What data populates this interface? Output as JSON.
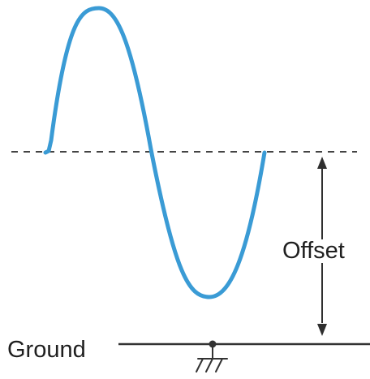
{
  "labels": {
    "offset": "Offset",
    "ground": "Ground"
  },
  "colors": {
    "waveform": "#3A9BD5",
    "offset_reference_line": "#444444",
    "ground_line": "#333333",
    "text": "#1f1f1f"
  },
  "diagram": {
    "waveform_shape": "sine",
    "cycles_shown": 1,
    "offset_line_style": "dashed",
    "offset_indicator": "double-headed-arrow",
    "ground_symbol": "ground-icon"
  }
}
